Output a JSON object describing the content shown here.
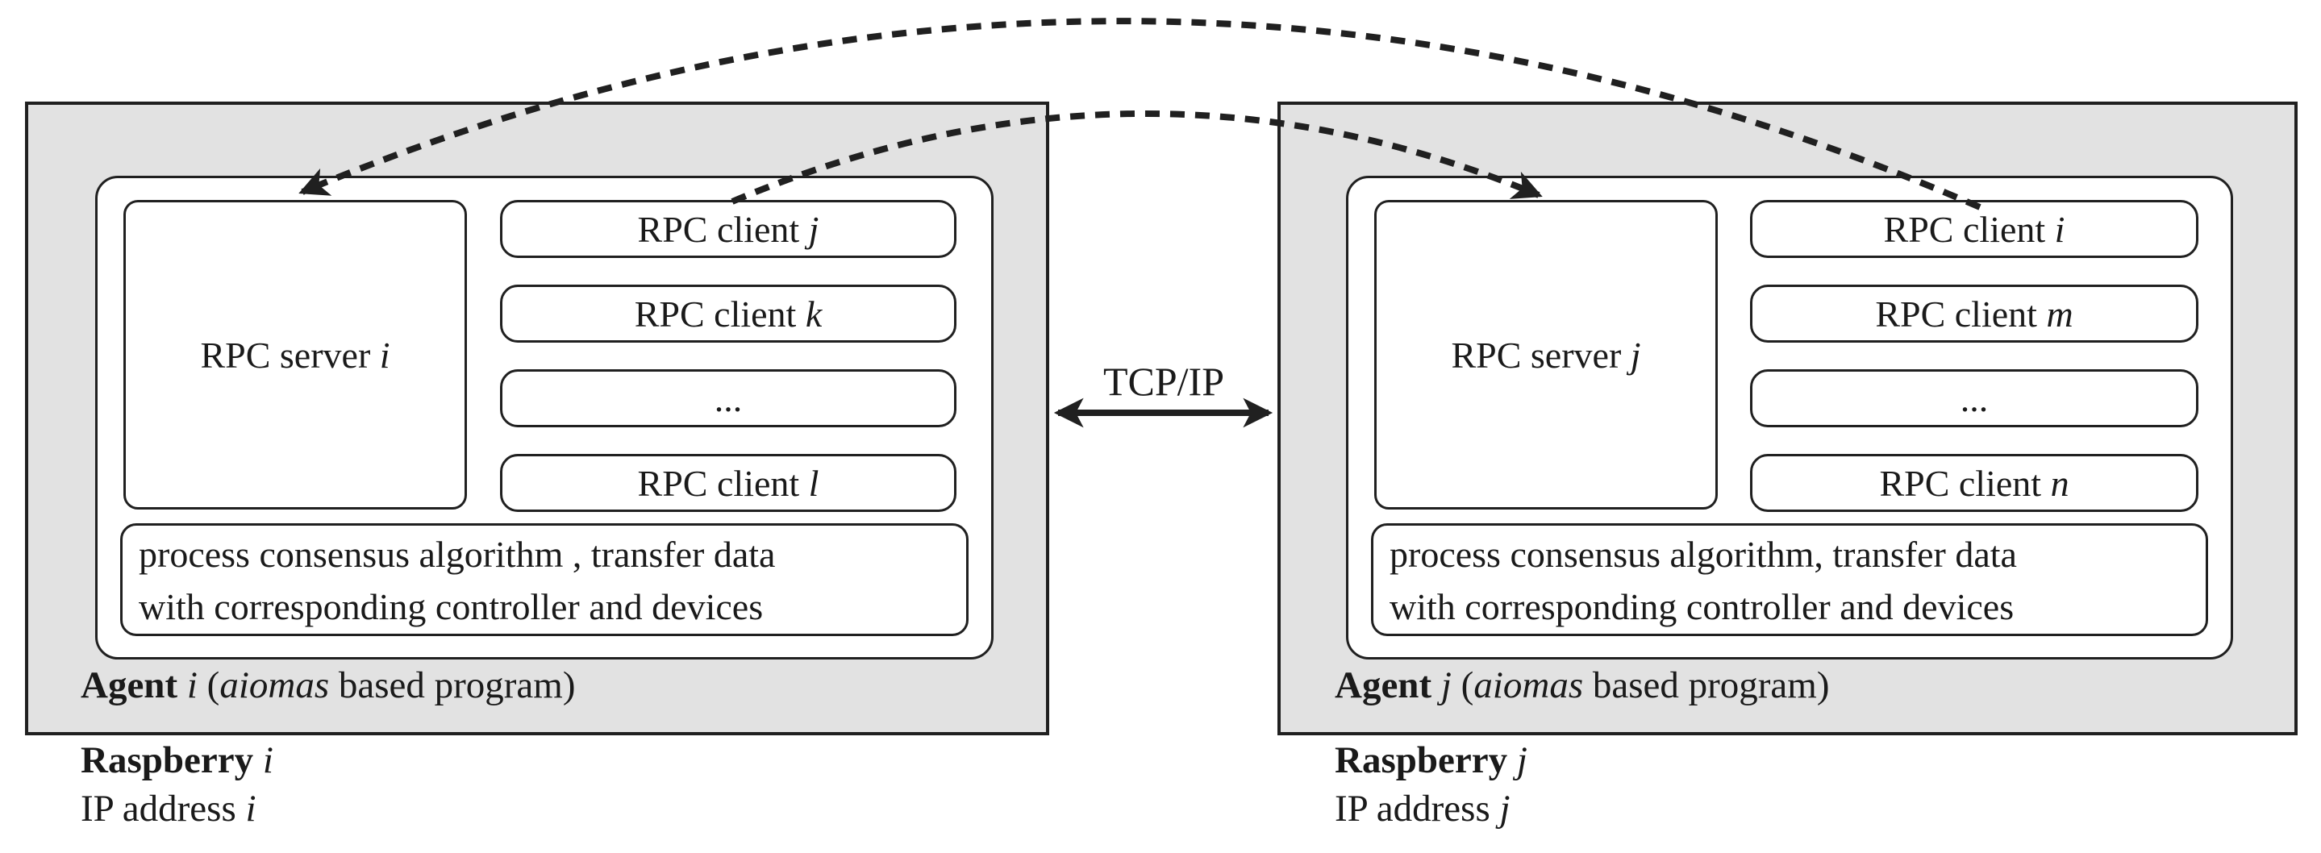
{
  "colors": {
    "background": "#ffffff",
    "panel_fill": "#e2e2e2",
    "line": "#202020"
  },
  "connection": {
    "label": "TCP/IP"
  },
  "agents": [
    {
      "server": {
        "prefix": "RPC server ",
        "variable": "i"
      },
      "clients": [
        {
          "prefix": "RPC client ",
          "variable": "j"
        },
        {
          "prefix": "RPC client ",
          "variable": "k"
        },
        {
          "prefix": "...",
          "variable": ""
        },
        {
          "prefix": "RPC client ",
          "variable": "l"
        }
      ],
      "process_note": {
        "line1": "process consensus algorithm , transfer data",
        "line2": "with corresponding controller and devices"
      },
      "caption": {
        "bold": "Agent ",
        "variable": "i",
        "open": " (",
        "library": "aiomas",
        "rest": " based program)"
      },
      "host": {
        "bold": "Raspberry ",
        "variable": "i"
      },
      "ip": {
        "prefix": "IP address ",
        "variable": "i"
      }
    },
    {
      "server": {
        "prefix": "RPC server ",
        "variable": "j"
      },
      "clients": [
        {
          "prefix": "RPC client ",
          "variable": "i"
        },
        {
          "prefix": "RPC client ",
          "variable": "m"
        },
        {
          "prefix": "...",
          "variable": ""
        },
        {
          "prefix": "RPC client ",
          "variable": "n"
        }
      ],
      "process_note": {
        "line1": "process consensus algorithm, transfer data",
        "line2": "with corresponding controller and devices"
      },
      "caption": {
        "bold": "Agent ",
        "variable": "j",
        "open": " (",
        "library": "aiomas",
        "rest": " based program)"
      },
      "host": {
        "bold": "Raspberry ",
        "variable": "j"
      },
      "ip": {
        "prefix": "IP address ",
        "variable": "j"
      }
    }
  ]
}
